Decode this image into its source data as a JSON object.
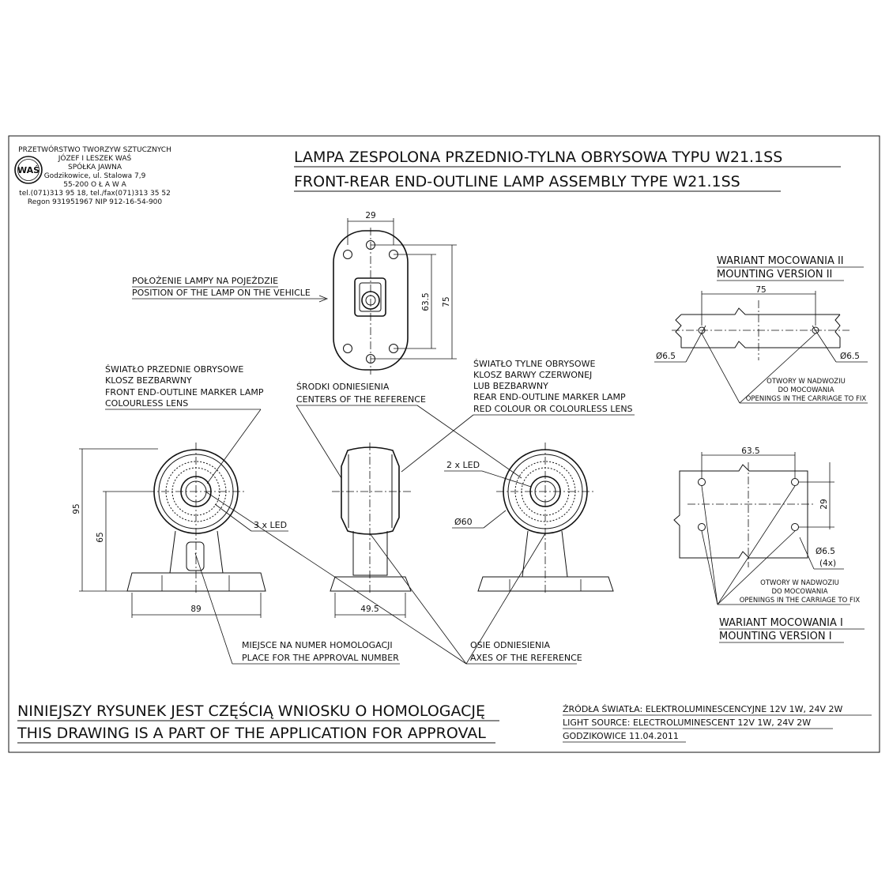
{
  "company": {
    "line1": "PRZETWÓRSTWO TWORZYW SZTUCZNYCH",
    "line2": "JÓZEF I LESZEK WAŚ",
    "line3": "SPÓŁKA JAWNA",
    "line4": "Godzikowice, ul. Stalowa 7,9",
    "line5": "55-200   O Ł A W A",
    "line6": "tel.(071)313 95 18, tel./fax(071)313 35 52",
    "line7": "Regon 931951967 NIP 912-16-54-900",
    "logo_text": "WAŚ"
  },
  "title": {
    "pl": "LAMPA ZESPOLONA PRZEDNIO-TYLNA OBRYSOWA TYPU W21.1SS",
    "en": "FRONT-REAR END-OUTLINE LAMP ASSEMBLY TYPE W21.1SS"
  },
  "top_view": {
    "dim_width": "29",
    "dim_inner": "63.5",
    "dim_outer": "75",
    "position_pl": "POŁOŻENIE LAMPY NA POJEŹDZIE",
    "position_en": "POSITION OF THE LAMP ON THE VEHICLE"
  },
  "front_lamp": {
    "l1": "ŚWIATŁO PRZEDNIE OBRYSOWE",
    "l2": "KLOSZ BEZBARWNY",
    "l3": "FRONT END-OUTLINE MARKER LAMP",
    "l4": "COLOURLESS LENS",
    "led": "3 x LED",
    "dim_height": "95",
    "dim_axis": "65",
    "dim_base": "89"
  },
  "reference": {
    "centers_pl": "ŚRODKI ODNIESIENIA",
    "centers_en": "CENTERS OF THE REFERENCE",
    "axes_pl": "OSIE ODNIESIENIA",
    "axes_en": "AXES OF THE REFERENCE",
    "dim_side_base": "49.5"
  },
  "rear_lamp": {
    "l1": "ŚWIATŁO TYLNE OBRYSOWE",
    "l2": "KLOSZ BARWY CZERWONEJ",
    "l3": "LUB BEZBARWNY",
    "l4": "REAR END-OUTLINE MARKER LAMP",
    "l5": "RED COLOUR OR COLOURLESS LENS",
    "led": "2 x LED",
    "dim_diameter": "Ø60"
  },
  "approval_place": {
    "pl": "MIEJSCE NA NUMER HOMOLOGACJI",
    "en": "PLACE FOR THE APPROVAL NUMBER"
  },
  "mounting2": {
    "title_pl": "WARIANT MOCOWANIA II",
    "title_en": "MOUNTING VERSION II",
    "dim_span": "75",
    "hole_left": "Ø6.5",
    "hole_right": "Ø6.5",
    "note1": "OTWORY W NADWOZIU",
    "note2": "DO MOCOWANIA",
    "note3": "OPENINGS IN THE CARRIAGE TO FIX"
  },
  "mounting1": {
    "title_pl": "WARIANT MOCOWANIA I",
    "title_en": "MOUNTING VERSION I",
    "dim_span": "63.5",
    "dim_vertical": "29",
    "hole": "Ø6.5",
    "hole_count": "(4x)",
    "note1": "OTWORY W NADWOZIU",
    "note2": "DO MOCOWANIA",
    "note3": "OPENINGS IN THE CARRIAGE TO FIX"
  },
  "footer": {
    "pl": "NINIEJSZY RYSUNEK JEST CZĘŚCIĄ WNIOSKU O  HOMOLOGACJĘ",
    "en": "THIS DRAWING IS A PART OF THE APPLICATION FOR  APPROVAL",
    "source_pl": "ŹRÓDŁA ŚWIATŁA: ELEKTROLUMINESCENCYJNE  12V  1W, 24V  2W",
    "source_en": "LIGHT SOURCE: ELECTROLUMINESCENT  12V  1W, 24V  2W",
    "date": "GODZIKOWICE 11.04.2011"
  }
}
